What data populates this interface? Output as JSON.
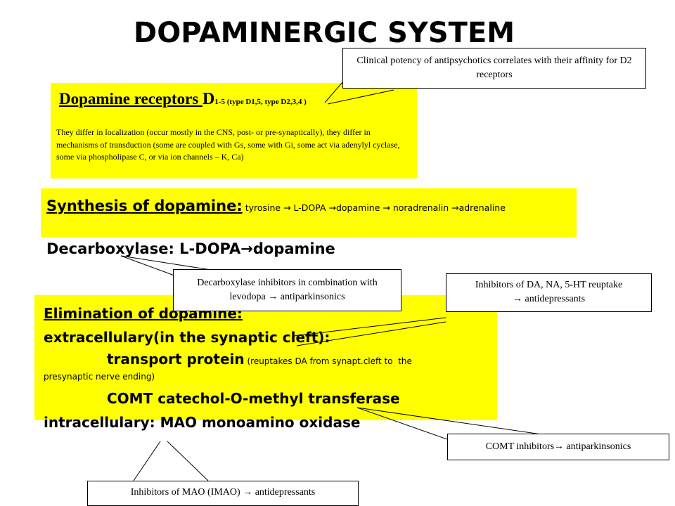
{
  "title": "DOPAMINERGIC SYSTEM",
  "receptors": {
    "heading": "Dopamine receptors ",
    "heading_D": "D",
    "heading_sub": "1-5",
    "heading_types": " (type D1,5, type D2,3,4 )",
    "body": "They differ in localization (occur mostly in the CNS, post- or pre-synaptically), they differ in mechanisms of transduction (some are coupled with Gs, some with Gi, some act via adenylyl cyclase, some via phospholipase C, or via ion channels – K, Ca)"
  },
  "synthesis": {
    "heading": "Synthesis of dopamine:",
    "pathway": " tyrosine → L-DOPA →dopamine → noradrenalin →adrenaline"
  },
  "decarboxylase": "Decarboxylase: L-DOPA→dopamine",
  "elimination": {
    "heading": "Elimination of dopamine:",
    "extracellular": "extracellulary(in the synaptic cleft):",
    "transport": "transport protein",
    "transport_note": " (reuptakes DA from synapt.cleft to the presynaptic nerve ending)",
    "comt": "COMT catechol-O-methyl transferase",
    "intracellular": "intracellulary: MAO monoamino oxidase"
  },
  "callouts": {
    "potency": "Clinical potency of antipsychotics correlates with their affinity for D2 receptors",
    "decarb_inhib": "Decarboxylase inhibitors in combination with levodopa → antiparkinsonics",
    "reuptake": "Inhibitors of DA, NA, 5-HT reuptake → antidepressants",
    "comt_inhib": "COMT inhibitors→ antiparkinsonics",
    "mao_inhib": "Inhibitors of MAO (IMAO) → antidepressants"
  },
  "colors": {
    "highlight": "#ffff00",
    "text": "#000000",
    "background": "#ffffff"
  }
}
